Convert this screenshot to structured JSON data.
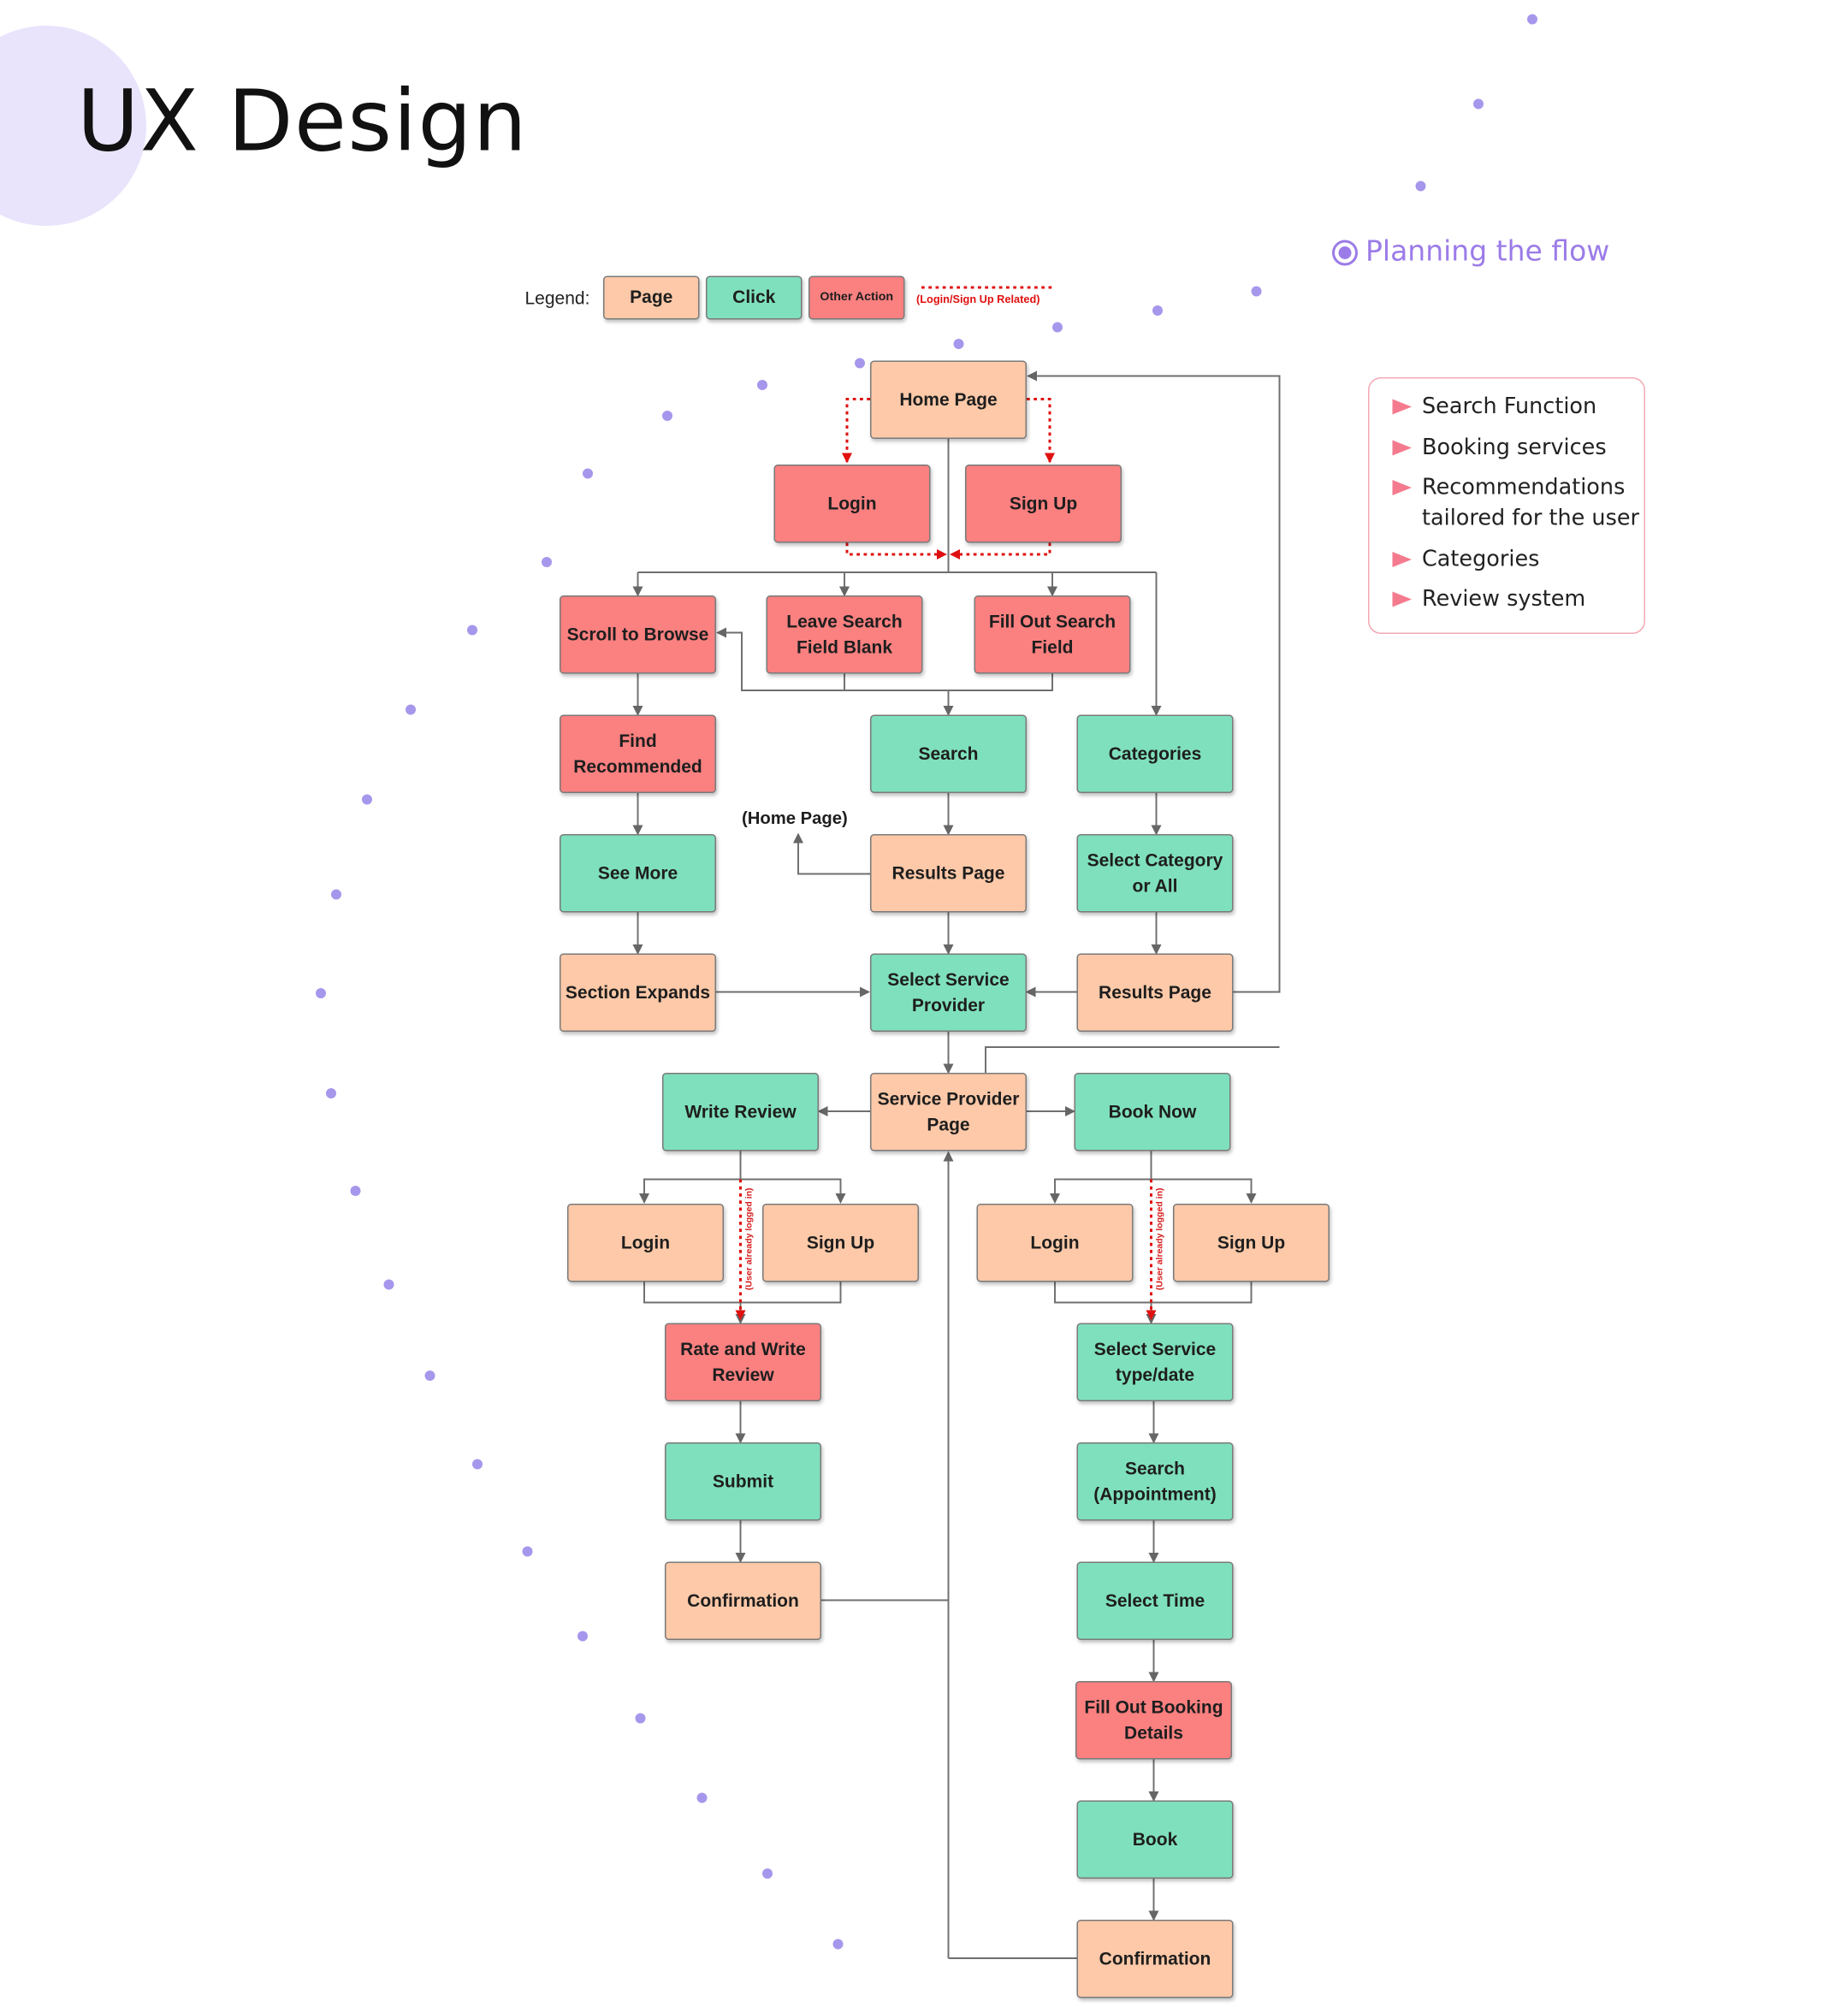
{
  "header": {
    "title": "UX Design",
    "subtitle": "Planning the flow"
  },
  "features": [
    "Search Function",
    "Booking services",
    "Recommendations tailored for the user",
    "Categories",
    "Review system"
  ],
  "legend": {
    "label": "Legend:",
    "page": "Page",
    "click": "Click",
    "other": "Other Action",
    "red_line": "(Login/Sign Up Related)"
  },
  "colors": {
    "page": "#fec9a8",
    "click": "#7fe0bd",
    "other_action": "#fb8080",
    "accent": "#9b7be8",
    "related": "#e01010"
  },
  "nodes": {
    "home": "Home Page",
    "login_top": "Login",
    "signup_top": "Sign Up",
    "scroll": "Scroll to Browse",
    "leave_blank": "Leave Search Field Blank",
    "fill_out": "Fill Out Search Field",
    "find_rec": "Find Recommended",
    "search": "Search",
    "categories": "Categories",
    "see_more": "See More",
    "results_mid": "Results Page",
    "select_cat": "Select Category or All",
    "section_exp": "Section Expands",
    "select_provider": "Select Service Provider",
    "results_right": "Results Page",
    "write_review": "Write Review",
    "provider_page": "Service Provider Page",
    "book_now": "Book Now",
    "login_l": "Login",
    "signup_l": "Sign Up",
    "login_r": "Login",
    "signup_r": "Sign Up",
    "rate_review": "Rate and Write Review",
    "select_type": "Select Service type/date",
    "submit": "Submit",
    "search_appt": "Search (Appointment)",
    "confirm_l": "Confirmation",
    "select_time": "Select Time",
    "fill_booking": "Fill Out Booking Details",
    "book": "Book",
    "confirm_r": "Confirmation"
  },
  "notes": {
    "home_ref": "(Home Page)",
    "logged_in_l": "(User already logged in)",
    "logged_in_r": "(User already logged in)"
  }
}
